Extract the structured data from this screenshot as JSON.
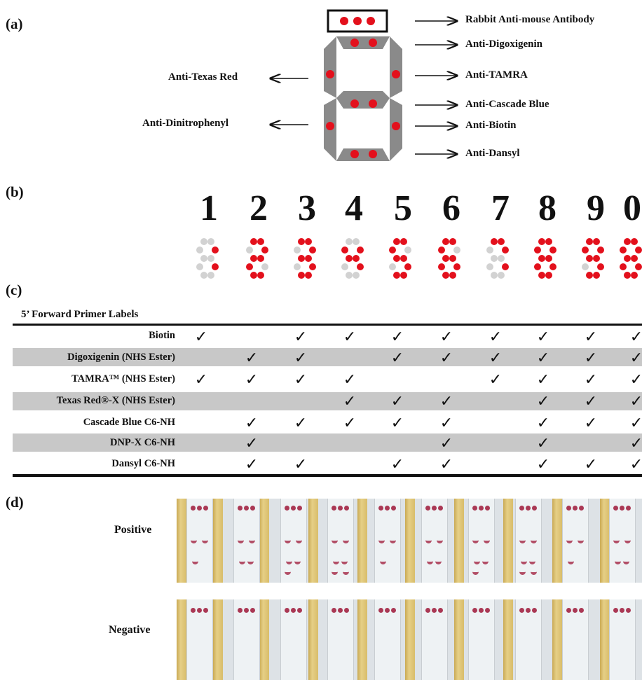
{
  "panels": {
    "a": "(a)",
    "b": "(b)",
    "c": "(c)",
    "d": "(d)"
  },
  "panel_a": {
    "right_labels": [
      "Rabbit Anti-mouse Antibody",
      "Anti-Digoxigenin",
      "Anti-TAMRA",
      "Anti-Cascade Blue",
      "Anti-Biotin",
      "Anti-Dansyl"
    ],
    "left_labels": [
      "Anti-Texas Red",
      "Anti-Dinitrophenyl"
    ],
    "colors": {
      "dot": "#e3101c",
      "segment": "#8a8a8a"
    }
  },
  "panel_b": {
    "digits": [
      "1",
      "2",
      "3",
      "4",
      "5",
      "6",
      "7",
      "8",
      "9",
      "0"
    ],
    "colors": {
      "on": "#e3101c",
      "off": "#d2d2d2"
    }
  },
  "panel_c": {
    "header": "5’ Forward Primer Labels",
    "check_symbol": "✓",
    "rows": [
      {
        "label": "Biotin",
        "checks": [
          true,
          false,
          true,
          true,
          true,
          true,
          true,
          true,
          true,
          true
        ]
      },
      {
        "label": "Digoxigenin (NHS Ester)",
        "checks": [
          false,
          true,
          true,
          false,
          true,
          true,
          true,
          true,
          true,
          true
        ]
      },
      {
        "label": "TAMRA™ (NHS Ester)",
        "checks": [
          true,
          true,
          true,
          true,
          false,
          false,
          true,
          true,
          true,
          true
        ]
      },
      {
        "label": "Texas Red®-X (NHS Ester)",
        "checks": [
          false,
          false,
          false,
          true,
          true,
          true,
          false,
          true,
          true,
          true
        ]
      },
      {
        "label": "Cascade Blue C6-NH",
        "checks": [
          false,
          true,
          true,
          true,
          true,
          true,
          false,
          true,
          true,
          true
        ]
      },
      {
        "label": "DNP-X C6-NH",
        "checks": [
          false,
          true,
          false,
          false,
          false,
          true,
          false,
          true,
          false,
          true
        ]
      },
      {
        "label": "Dansyl C6-NH",
        "checks": [
          false,
          true,
          true,
          false,
          true,
          true,
          false,
          true,
          true,
          true
        ]
      }
    ]
  },
  "panel_d": {
    "rows": [
      "Positive",
      "Negative"
    ]
  }
}
